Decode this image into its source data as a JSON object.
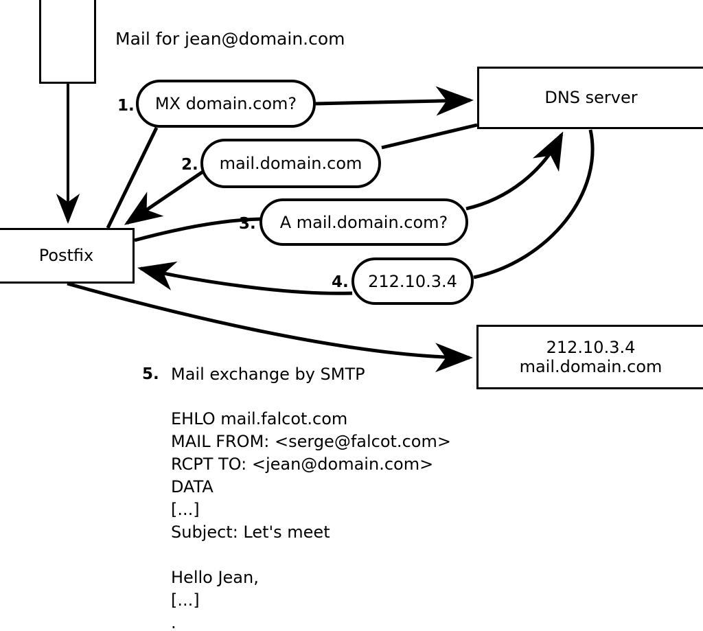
{
  "diagram": {
    "title_text": "Mail for jean@domain.com",
    "nodes": {
      "client": {
        "label": ""
      },
      "postfix": {
        "label": "Postfix"
      },
      "dns": {
        "label": "DNS server"
      },
      "target": {
        "line1": "212.10.3.4",
        "line2": "mail.domain.com"
      }
    },
    "steps": [
      {
        "num": "1.",
        "label": "MX domain.com?"
      },
      {
        "num": "2.",
        "label": "mail.domain.com"
      },
      {
        "num": "3.",
        "label": "A mail.domain.com?"
      },
      {
        "num": "4.",
        "label": "212.10.3.4"
      },
      {
        "num": "5.",
        "label": "Mail exchange by SMTP"
      }
    ],
    "smtp_transcript": "EHLO mail.falcot.com\nMAIL FROM: <serge@falcot.com>\nRCPT TO: <jean@domain.com>\nDATA\n[...]\nSubject: Let's meet\n\nHello Jean,\n[...]\n.",
    "colors": {
      "stroke": "#000000",
      "background": "#ffffff"
    }
  }
}
